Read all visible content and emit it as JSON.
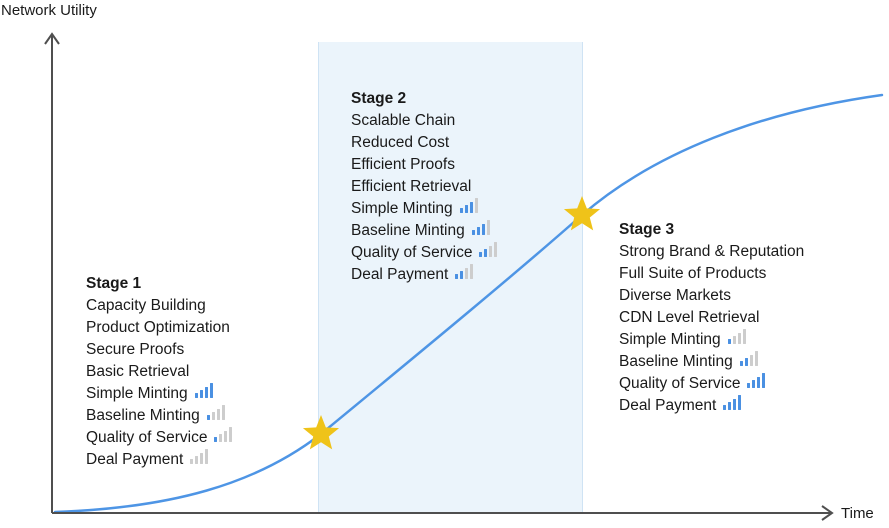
{
  "y_axis_label": "Network Utility",
  "x_axis_label": "Time",
  "colors": {
    "text": "#1A1A1A",
    "axis": "#4F4F4F",
    "curve": "#4E95E5",
    "band_fill": "#EBF4FB",
    "band_edge": "#CFE3F4",
    "star": "#EFC319",
    "bar_filled": "#4A90E2",
    "bar_empty": "#CDCDCD"
  },
  "stages": [
    {
      "title": "Stage 1",
      "items": [
        {
          "label": "Capacity Building"
        },
        {
          "label": "Product Optimization"
        },
        {
          "label": "Secure Proofs"
        },
        {
          "label": "Basic Retrieval"
        },
        {
          "label": "Simple Minting",
          "icon": "bar-level-icon",
          "filled_bars": 4
        },
        {
          "label": "Baseline Minting",
          "icon": "bar-level-icon",
          "filled_bars": 1
        },
        {
          "label": "Quality of Service",
          "icon": "bar-level-icon",
          "filled_bars": 1
        },
        {
          "label": "Deal Payment",
          "icon": "bar-level-icon",
          "filled_bars": 0
        }
      ]
    },
    {
      "title": "Stage 2",
      "items": [
        {
          "label": "Scalable Chain"
        },
        {
          "label": "Reduced Cost"
        },
        {
          "label": "Efficient Proofs"
        },
        {
          "label": "Efficient Retrieval"
        },
        {
          "label": "Simple Minting",
          "icon": "bar-level-icon",
          "filled_bars": 3
        },
        {
          "label": "Baseline Minting",
          "icon": "bar-level-icon",
          "filled_bars": 3
        },
        {
          "label": "Quality of Service",
          "icon": "bar-level-icon",
          "filled_bars": 2
        },
        {
          "label": "Deal Payment",
          "icon": "bar-level-icon",
          "filled_bars": 2
        }
      ]
    },
    {
      "title": "Stage 3",
      "items": [
        {
          "label": "Strong Brand & Reputation"
        },
        {
          "label": "Full Suite of Products"
        },
        {
          "label": "Diverse Markets"
        },
        {
          "label": "CDN Level Retrieval"
        },
        {
          "label": "Simple Minting",
          "icon": "bar-level-icon",
          "filled_bars": 1
        },
        {
          "label": "Baseline Minting",
          "icon": "bar-level-icon",
          "filled_bars": 2
        },
        {
          "label": "Quality of Service",
          "icon": "bar-level-icon",
          "filled_bars": 4
        },
        {
          "label": "Deal Payment",
          "icon": "bar-level-icon",
          "filled_bars": 4
        }
      ]
    }
  ]
}
